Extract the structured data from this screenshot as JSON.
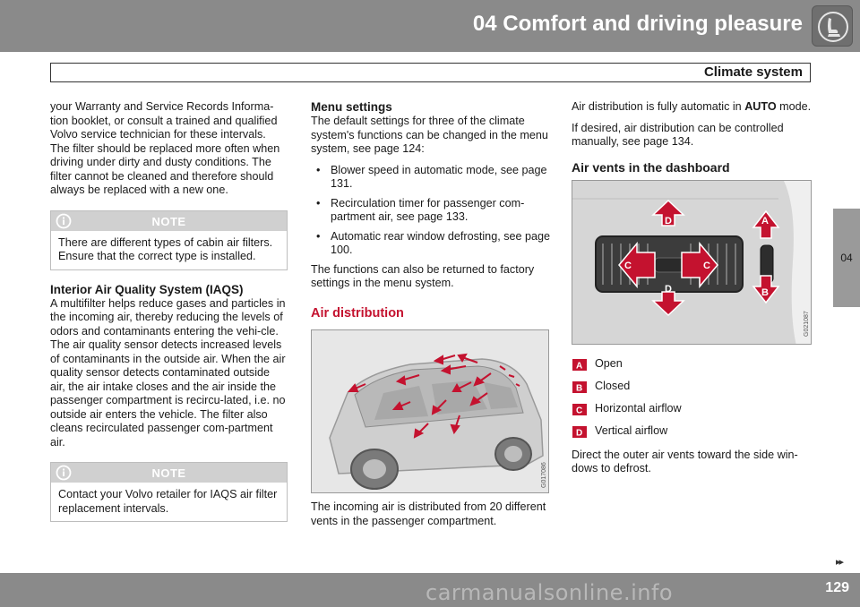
{
  "header": {
    "chapter_title": "04 Comfort and driving pleasure",
    "icon": "seat-icon"
  },
  "section": {
    "title": "Climate system"
  },
  "side_tab": {
    "label": "04"
  },
  "col1": {
    "intro": "your Warranty and Service Records Informa-tion booklet, or consult a trained and qualified Volvo service technician for these intervals. The filter should be replaced more often when driving under dirty and dusty conditions. The filter cannot be cleaned and therefore should always be replaced with a new one.",
    "note1_label": "NOTE",
    "note1_text": "There are different types of cabin air filters. Ensure that the correct type is installed.",
    "iaqs_heading": "Interior Air Quality System (IAQS)",
    "iaqs_text": "A multifilter helps reduce gases and particles in the incoming air, thereby reducing the levels of odors and contaminants entering the vehi-cle. The air quality sensor detects increased levels of contaminants in the outside air. When the air quality sensor detects contaminated outside air, the air intake closes and the air inside the passenger compartment is recircu-lated, i.e. no outside air enters the vehicle. The filter also cleans recirculated passenger com-partment air.",
    "note2_label": "NOTE",
    "note2_text": "Contact your Volvo retailer for IAQS air filter replacement intervals."
  },
  "col2": {
    "menu_heading": "Menu settings",
    "menu_intro": "The default settings for three of the climate system's functions can be changed in the menu system, see page 124:",
    "bullets": [
      "Blower speed in automatic mode, see page 131.",
      "Recirculation timer for passenger com-partment air, see page 133.",
      "Automatic rear window defrosting, see page 100."
    ],
    "menu_outro": "The functions can also be returned to factory settings in the menu system.",
    "air_dist_heading": "Air distribution",
    "figure_code": "G017086",
    "figure_caption": "The incoming air is distributed from 20 different vents in the passenger compartment."
  },
  "col3": {
    "auto_text_before": "Air distribution is fully automatic in ",
    "auto_word": "AUTO",
    "auto_text_after": " mode.",
    "manual_text": "If desired, air distribution can be controlled manually, see page 134.",
    "vents_heading": "Air vents in the dashboard",
    "figure_code": "G021087",
    "legend": [
      {
        "key": "A",
        "label": "Open"
      },
      {
        "key": "B",
        "label": "Closed"
      },
      {
        "key": "C",
        "label": "Horizontal airflow"
      },
      {
        "key": "D",
        "label": "Vertical airflow"
      }
    ],
    "outer_text": "Direct the outer air vents toward the side win-dows to defrost."
  },
  "footer": {
    "next_arrows": "▸▸",
    "page_number": "129",
    "watermark": "carmanualsonline.info"
  },
  "colors": {
    "accent": "#c4122f",
    "header_gray": "#8a8a8a",
    "note_gray": "#d0d0d0"
  }
}
